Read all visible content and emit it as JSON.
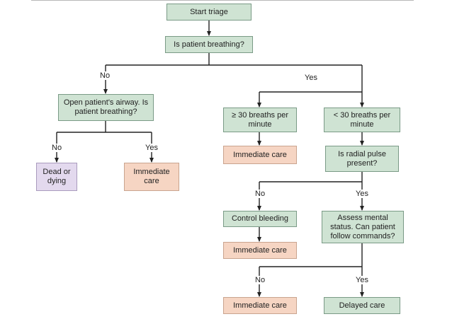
{
  "nodes": {
    "start": "Start triage",
    "q_breathing": "Is patient breathing?",
    "open_airway": "Open patient's airway. Is patient breathing?",
    "dead": "Dead or dying",
    "immediate_1": "Immediate care",
    "breaths_over": "≥ 30 breaths per minute",
    "breaths_under": "< 30 breaths per minute",
    "immediate_2": "Immediate care",
    "radial_pulse": "Is radial pulse present?",
    "control_bleeding": "Control bleeding",
    "assess_mental": "Assess mental status. Can patient follow commands?",
    "immediate_3": "Immediate care",
    "immediate_4": "Immediate care",
    "delayed": "Delayed care"
  },
  "labels": {
    "no_1": "No",
    "yes_1": "Yes",
    "no_2": "No",
    "yes_2": "Yes",
    "no_3": "No",
    "yes_3": "Yes",
    "no_4": "No",
    "yes_4": "Yes"
  },
  "colors": {
    "green": "#cfe3d3",
    "orange": "#f6d5c3",
    "purple": "#e3d9ee",
    "line": "#222222"
  }
}
